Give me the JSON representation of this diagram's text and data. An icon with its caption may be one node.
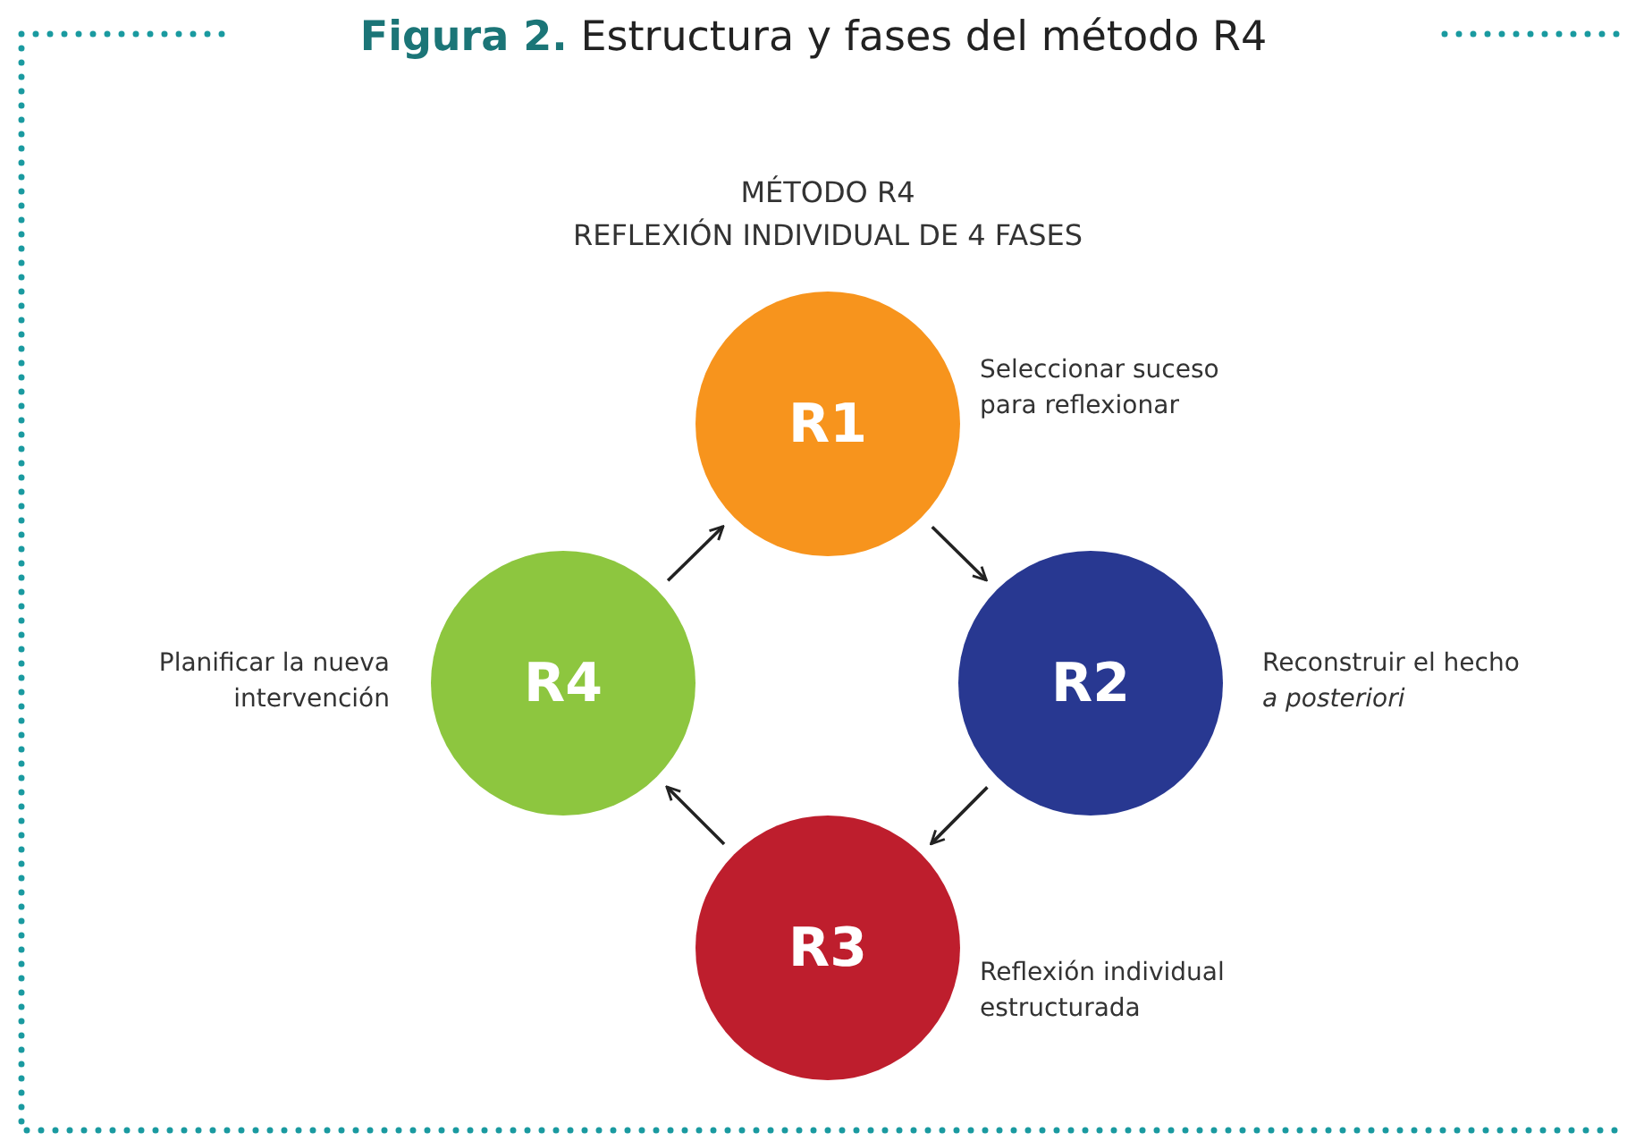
{
  "diagram": {
    "title": "**Figura 2.** Estructura y fases del método R4",
    "nodes": [
      {
        "text": [
          "R1"
        ],
        "beside": [
          "Seleccionar suceso para reflexionar"
        ]
      },
      {
        "text": [
          "R2"
        ],
        "beside": [
          "Reconstruir el hecho *a posteriori*"
        ]
      },
      {
        "text": [
          "R3"
        ],
        "beside": [
          "Reflexión individual estructurada"
        ]
      },
      {
        "text": [
          "R4"
        ],
        "beside": [
          "Planificar la nueva intervención"
        ]
      }
    ],
    "edges": [
      {
        "from": 0,
        "to": 1,
        "arrow": "to"
      },
      {
        "from": 1,
        "to": 2,
        "arrow": "to"
      },
      {
        "from": 2,
        "to": 3,
        "arrow": "to"
      },
      {
        "from": 3,
        "to": 0,
        "arrow": "to"
      }
    ],
    "labels": [
      "MÉTODO R4",
      "REFLEXIÓN INDIVIDUAL DE 4 FASES"
    ]
  }
}
